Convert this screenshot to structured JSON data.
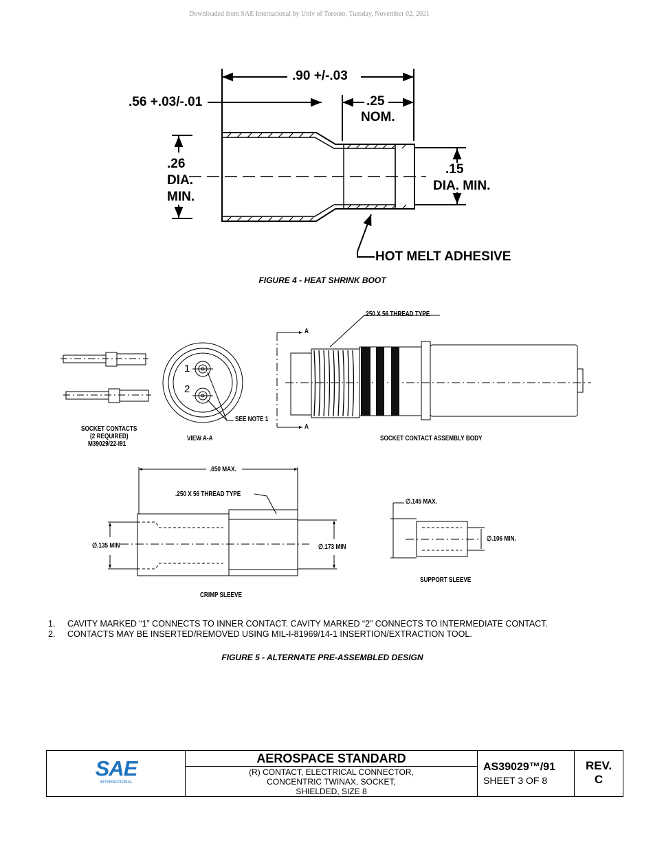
{
  "header": "Downloaded from SAE International by Univ of Toronto, Tuesday, November 02, 2021",
  "figure4": {
    "caption": "FIGURE 4 - HEAT SHRINK BOOT",
    "dim_overall": ".90 +/-.03",
    "dim_large": ".56 +.03/-.01",
    "dim_nom_value": ".25",
    "dim_nom_label": "NOM.",
    "dim_dia_value": ".26",
    "dim_dia_label1": "DIA.",
    "dim_dia_label2": "MIN.",
    "dim_small_value": ".15",
    "dim_small_label": "DIA. MIN.",
    "adhesive_label": "HOT MELT ADHESIVE"
  },
  "figure5": {
    "caption": "FIGURE 5 - ALTERNATE PRE-ASSEMBLED DESIGN",
    "thread_label_top": ".250 X 56 THREAD TYPE",
    "section_label": "A",
    "socket_contacts_line1": "SOCKET CONTACTS",
    "socket_contacts_line2": "(2 REQUIRED)",
    "socket_contacts_line3": "M39029/22-I91",
    "view_label": "VIEW A-A",
    "cavity_1": "1",
    "cavity_2": "2",
    "see_note": "SEE NOTE 1",
    "assembly_label": "SOCKET CONTACT ASSEMBLY BODY",
    "crimp_max": ".650 MAX.",
    "crimp_thread": ".250 X 56 THREAD TYPE",
    "crimp_dia_left": "∅.135 MIN",
    "crimp_dia_right": "∅.173 MIN",
    "crimp_label": "CRIMP SLEEVE",
    "support_max": "∅.145 MAX.",
    "support_min": "∅.106 MIN.",
    "support_label": "SUPPORT SLEEVE"
  },
  "notes": [
    {
      "num": "1.",
      "text": "CAVITY MARKED “1” CONNECTS TO INNER CONTACT.  CAVITY MARKED “2” CONNECTS TO INTERMEDIATE CONTACT."
    },
    {
      "num": "2.",
      "text": "CONTACTS MAY BE INSERTED/REMOVED USING MIL-I-81969/14-1 INSERTION/EXTRACTION TOOL."
    }
  ],
  "title_block": {
    "logo_text": "SAE",
    "logo_subtext": "INTERNATIONAL",
    "standard": "AEROSPACE STANDARD",
    "desc_line1": "(R) CONTACT, ELECTRICAL CONNECTOR,",
    "desc_line2": "CONCENTRIC TWINAX, SOCKET,",
    "desc_line3": "SHIELDED, SIZE 8",
    "doc_number": "AS39029™/91",
    "sheet": "SHEET 3 OF 8",
    "rev_label": "REV.",
    "rev_value": "C",
    "logo_color": "#1e73be"
  }
}
